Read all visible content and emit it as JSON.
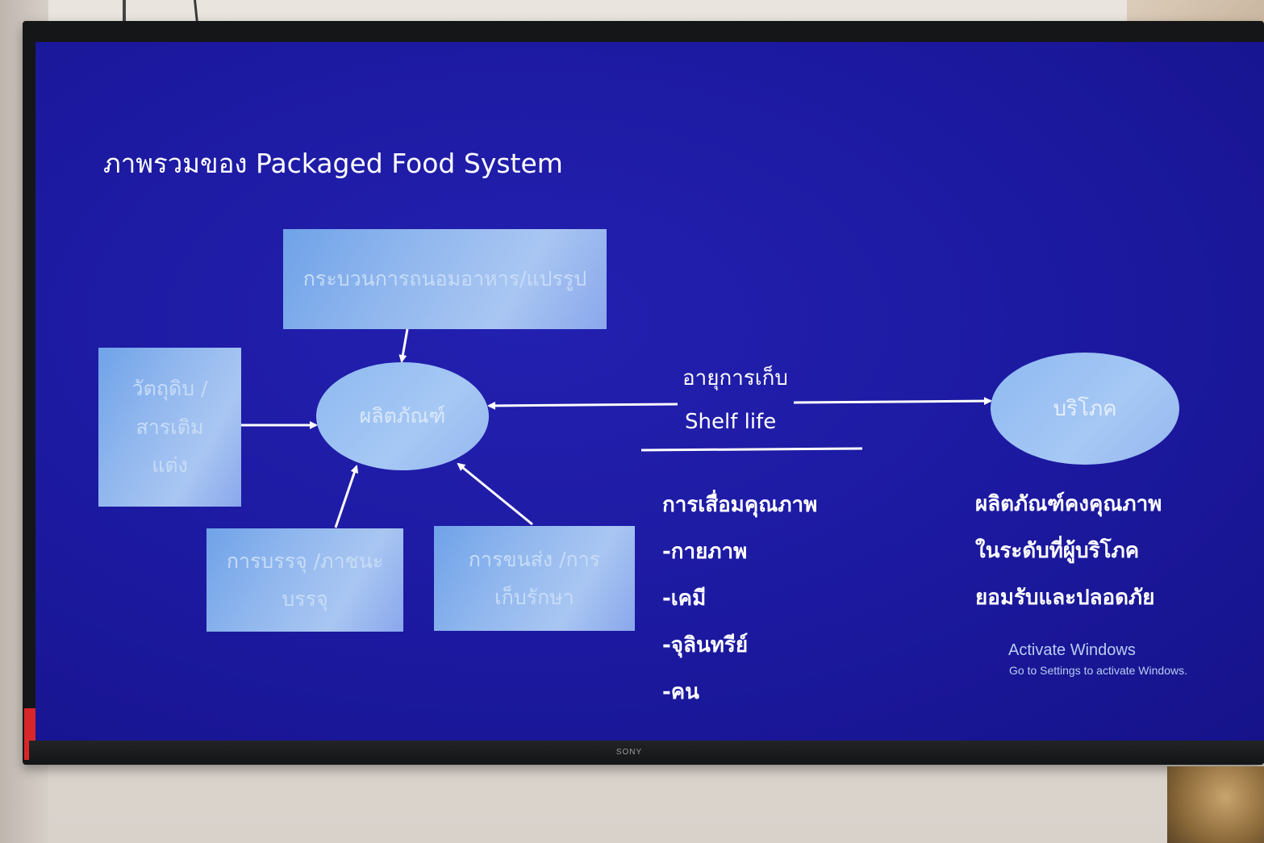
{
  "slide": {
    "title": "ภาพรวมของ Packaged Food System"
  },
  "diagram": {
    "process_box": "กระบวนการถนอมอาหาร/แปรรูป",
    "raw_box": [
      "วัตถุดิบ /",
      "สารเติม",
      "แต่ง"
    ],
    "product": "ผลิตภัณฑ์",
    "packaging_box": [
      "การบรรจุ /ภาชนะ",
      "บรรจุ"
    ],
    "transport_box": [
      "การขนส่ง /การ",
      "เก็บรักษา"
    ],
    "consume": "บริโภค",
    "shelf_life_th": "อายุการเก็บ",
    "shelf_life_en": "Shelf life"
  },
  "deterioration": {
    "heading": "การเสื่อมคุณภาพ",
    "items": [
      "-กายภาพ",
      "-เคมี",
      "-จุลินทรีย์",
      "-คน"
    ]
  },
  "quality_note": {
    "lines": [
      "ผลิตภัณฑ์คงคุณภาพ",
      "ในระดับที่ผู้บริโภค",
      "ยอมรับและปลอดภัย"
    ]
  },
  "watermark": {
    "title": "Activate Windows",
    "subtitle": "Go to Settings to activate Windows."
  },
  "tv": {
    "brand": "SONY"
  },
  "colors": {
    "screen_bg": "#1c19a0",
    "box_fill": "#8fb6ee",
    "text": "#ffffff"
  }
}
